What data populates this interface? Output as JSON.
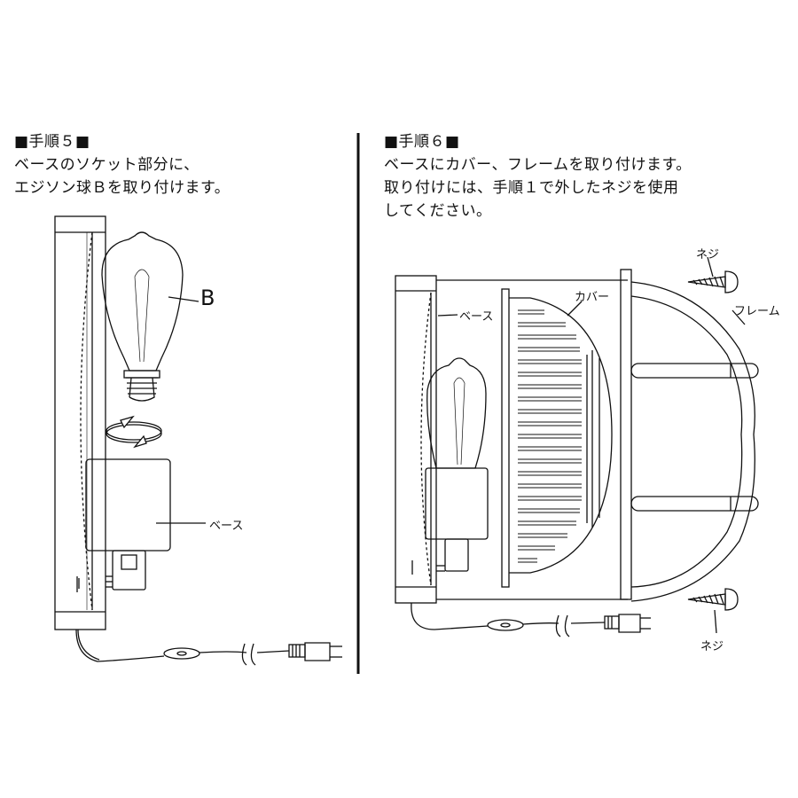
{
  "step5": {
    "heading": "■手順５■",
    "line1": "ベースのソケット部分に、",
    "line2": "エジソン球Ｂを取り付けます。",
    "label_b": "B",
    "label_base": "ベース"
  },
  "step6": {
    "heading": "■手順６■",
    "line1": "ベースにカバー、フレームを取り付けます。",
    "line2": "取り付けには、手順１で外したネジを使用",
    "line3": "してください。",
    "label_screw_top": "ネジ",
    "label_cover": "カバー",
    "label_base": "ベース",
    "label_frame": "フレーム",
    "label_screw_bottom": "ネジ"
  }
}
